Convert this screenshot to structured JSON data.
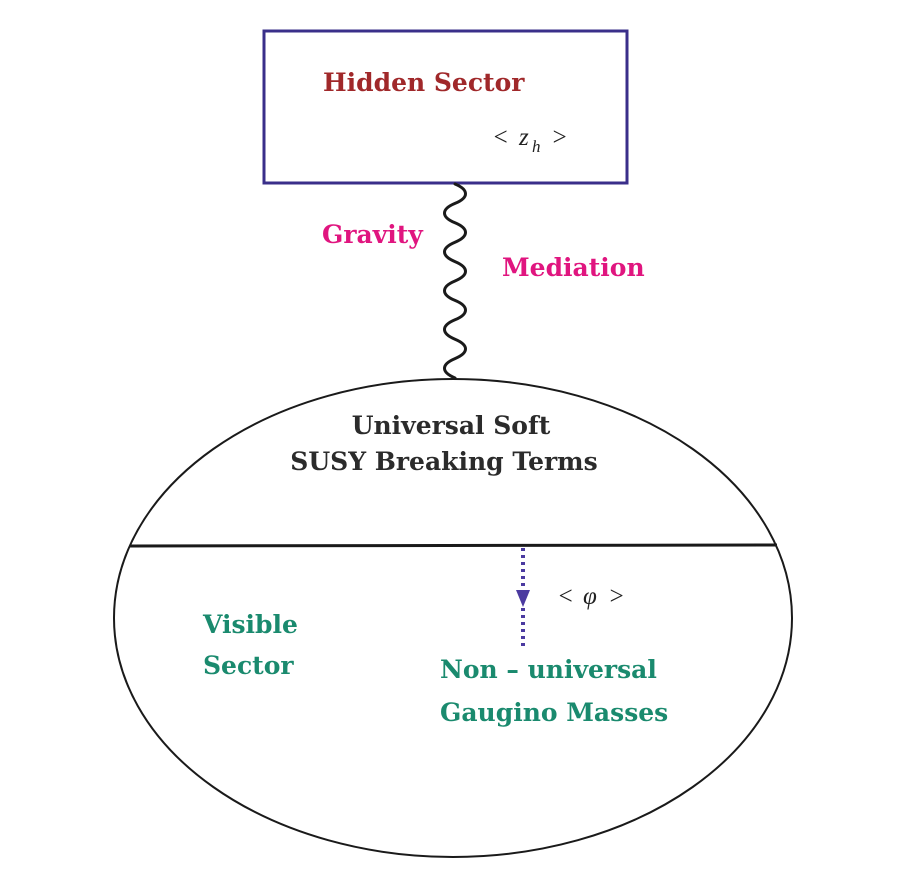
{
  "hidden_sector": {
    "title": "Hidden Sector",
    "vev_open": "<",
    "vev_symbol": "z",
    "vev_subscript": "h",
    "vev_close": ">"
  },
  "mediation": {
    "left_label": "Gravity",
    "right_label": "Mediation"
  },
  "soft_terms": {
    "line1": "Universal Soft",
    "line2": "SUSY Breaking Terms"
  },
  "visible_sector": {
    "line1": "Visible",
    "line2": "Sector"
  },
  "phi_vev": {
    "open": "<",
    "symbol": "φ",
    "close": ">"
  },
  "gaugino": {
    "line1": "Non – universal",
    "line2": "Gaugino Masses"
  },
  "colors": {
    "hidden_title": "#a0282a",
    "box_border": "#3a2f8a",
    "mediation": "#e0157f",
    "soft_terms": "#2b2b2b",
    "visible": "#1a8a6e",
    "arrow": "#4b3aa0",
    "lines": "#1a1a1a"
  }
}
